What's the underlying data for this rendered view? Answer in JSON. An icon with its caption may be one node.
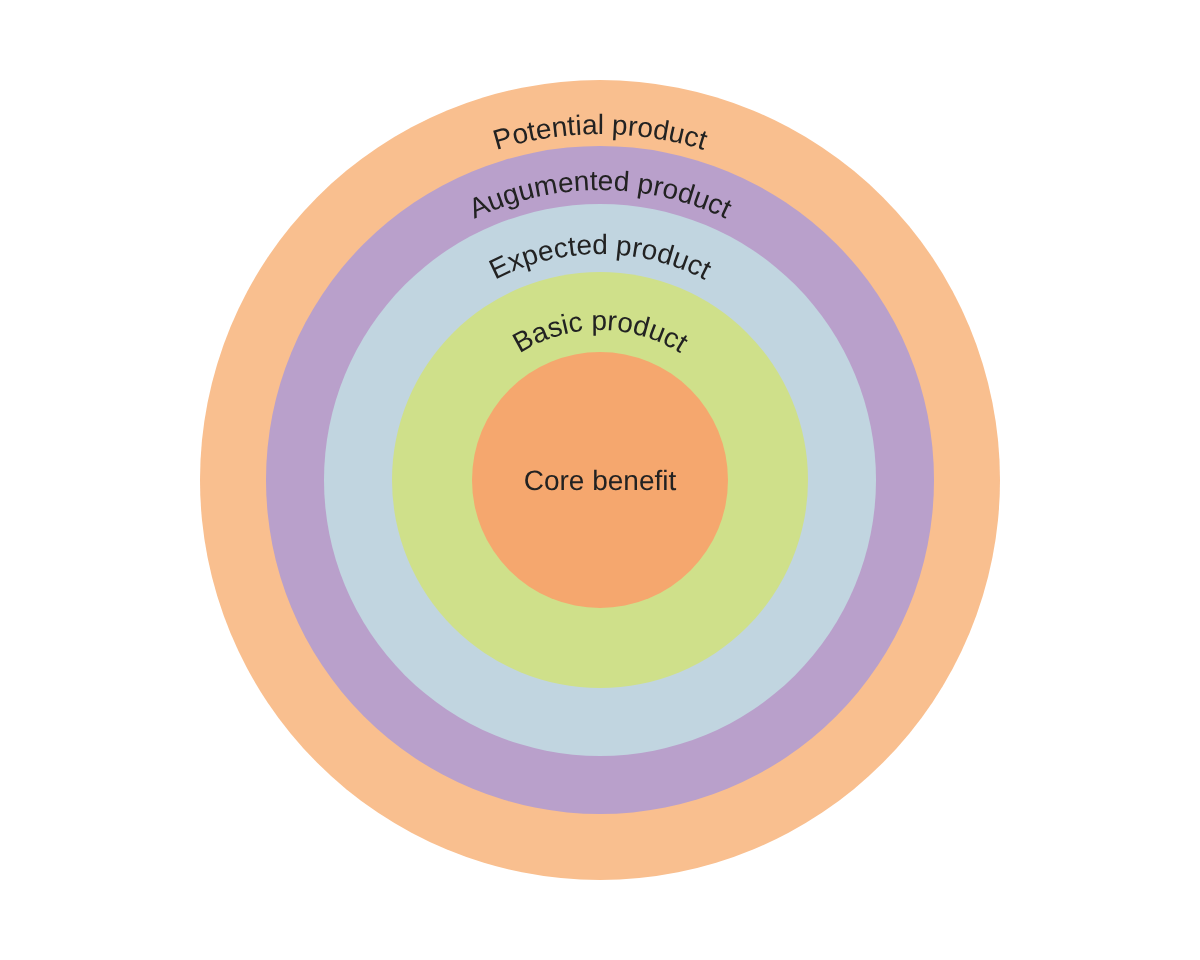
{
  "diagram": {
    "nodes": [
      {
        "text": [
          "Potential product"
        ]
      },
      {
        "text": [
          "Augumented product"
        ],
        "in": 0
      },
      {
        "text": [
          "Expected product"
        ],
        "in": 1
      },
      {
        "text": [
          "Basic product"
        ],
        "in": 2
      },
      {
        "text": [
          "Core benefit"
        ],
        "in": 3
      }
    ]
  }
}
